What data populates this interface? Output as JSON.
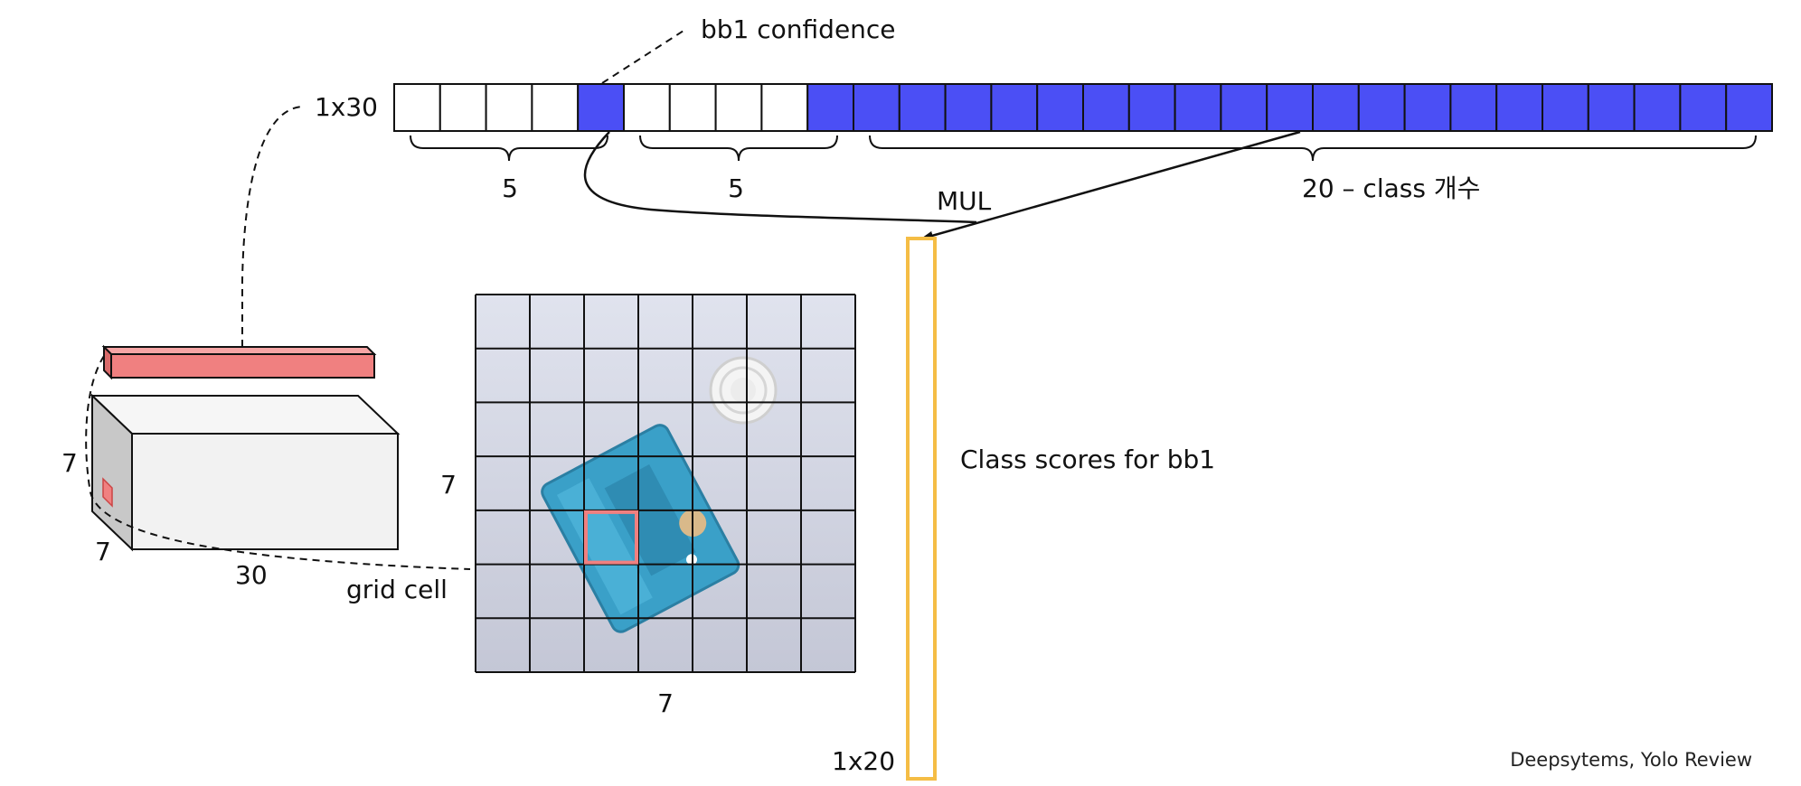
{
  "vector": {
    "label": "1x30",
    "cell_count": 30,
    "highlighted_cells": [
      5,
      10,
      11,
      12,
      13,
      14,
      15,
      16,
      17,
      18,
      19,
      20,
      21,
      22,
      23,
      24,
      25,
      26,
      27,
      28,
      29,
      30
    ],
    "groups": [
      {
        "label": "5",
        "size": 5
      },
      {
        "label": "5",
        "size": 5
      },
      {
        "label": "20 – class 개수",
        "size": 20
      }
    ]
  },
  "labels": {
    "bb1_confidence": "bb1 confidence",
    "mul": "MUL",
    "class_scores": "Class scores for bb1",
    "score_vector": "1x20",
    "grid_cell": "grid cell",
    "grid_height": "7",
    "grid_width": "7",
    "tensor_height": "7",
    "tensor_width": "7",
    "tensor_depth": "30"
  },
  "grid": {
    "rows": 7,
    "cols": 7,
    "selected_cell": {
      "row": 4,
      "col": 2
    }
  },
  "credit": "Deepsytems, Yolo Review",
  "colors": {
    "highlight": "#4b4ff5",
    "selected_cell": "#f08080",
    "score_vector": "#f5bd45",
    "grid_line": "#111111"
  }
}
